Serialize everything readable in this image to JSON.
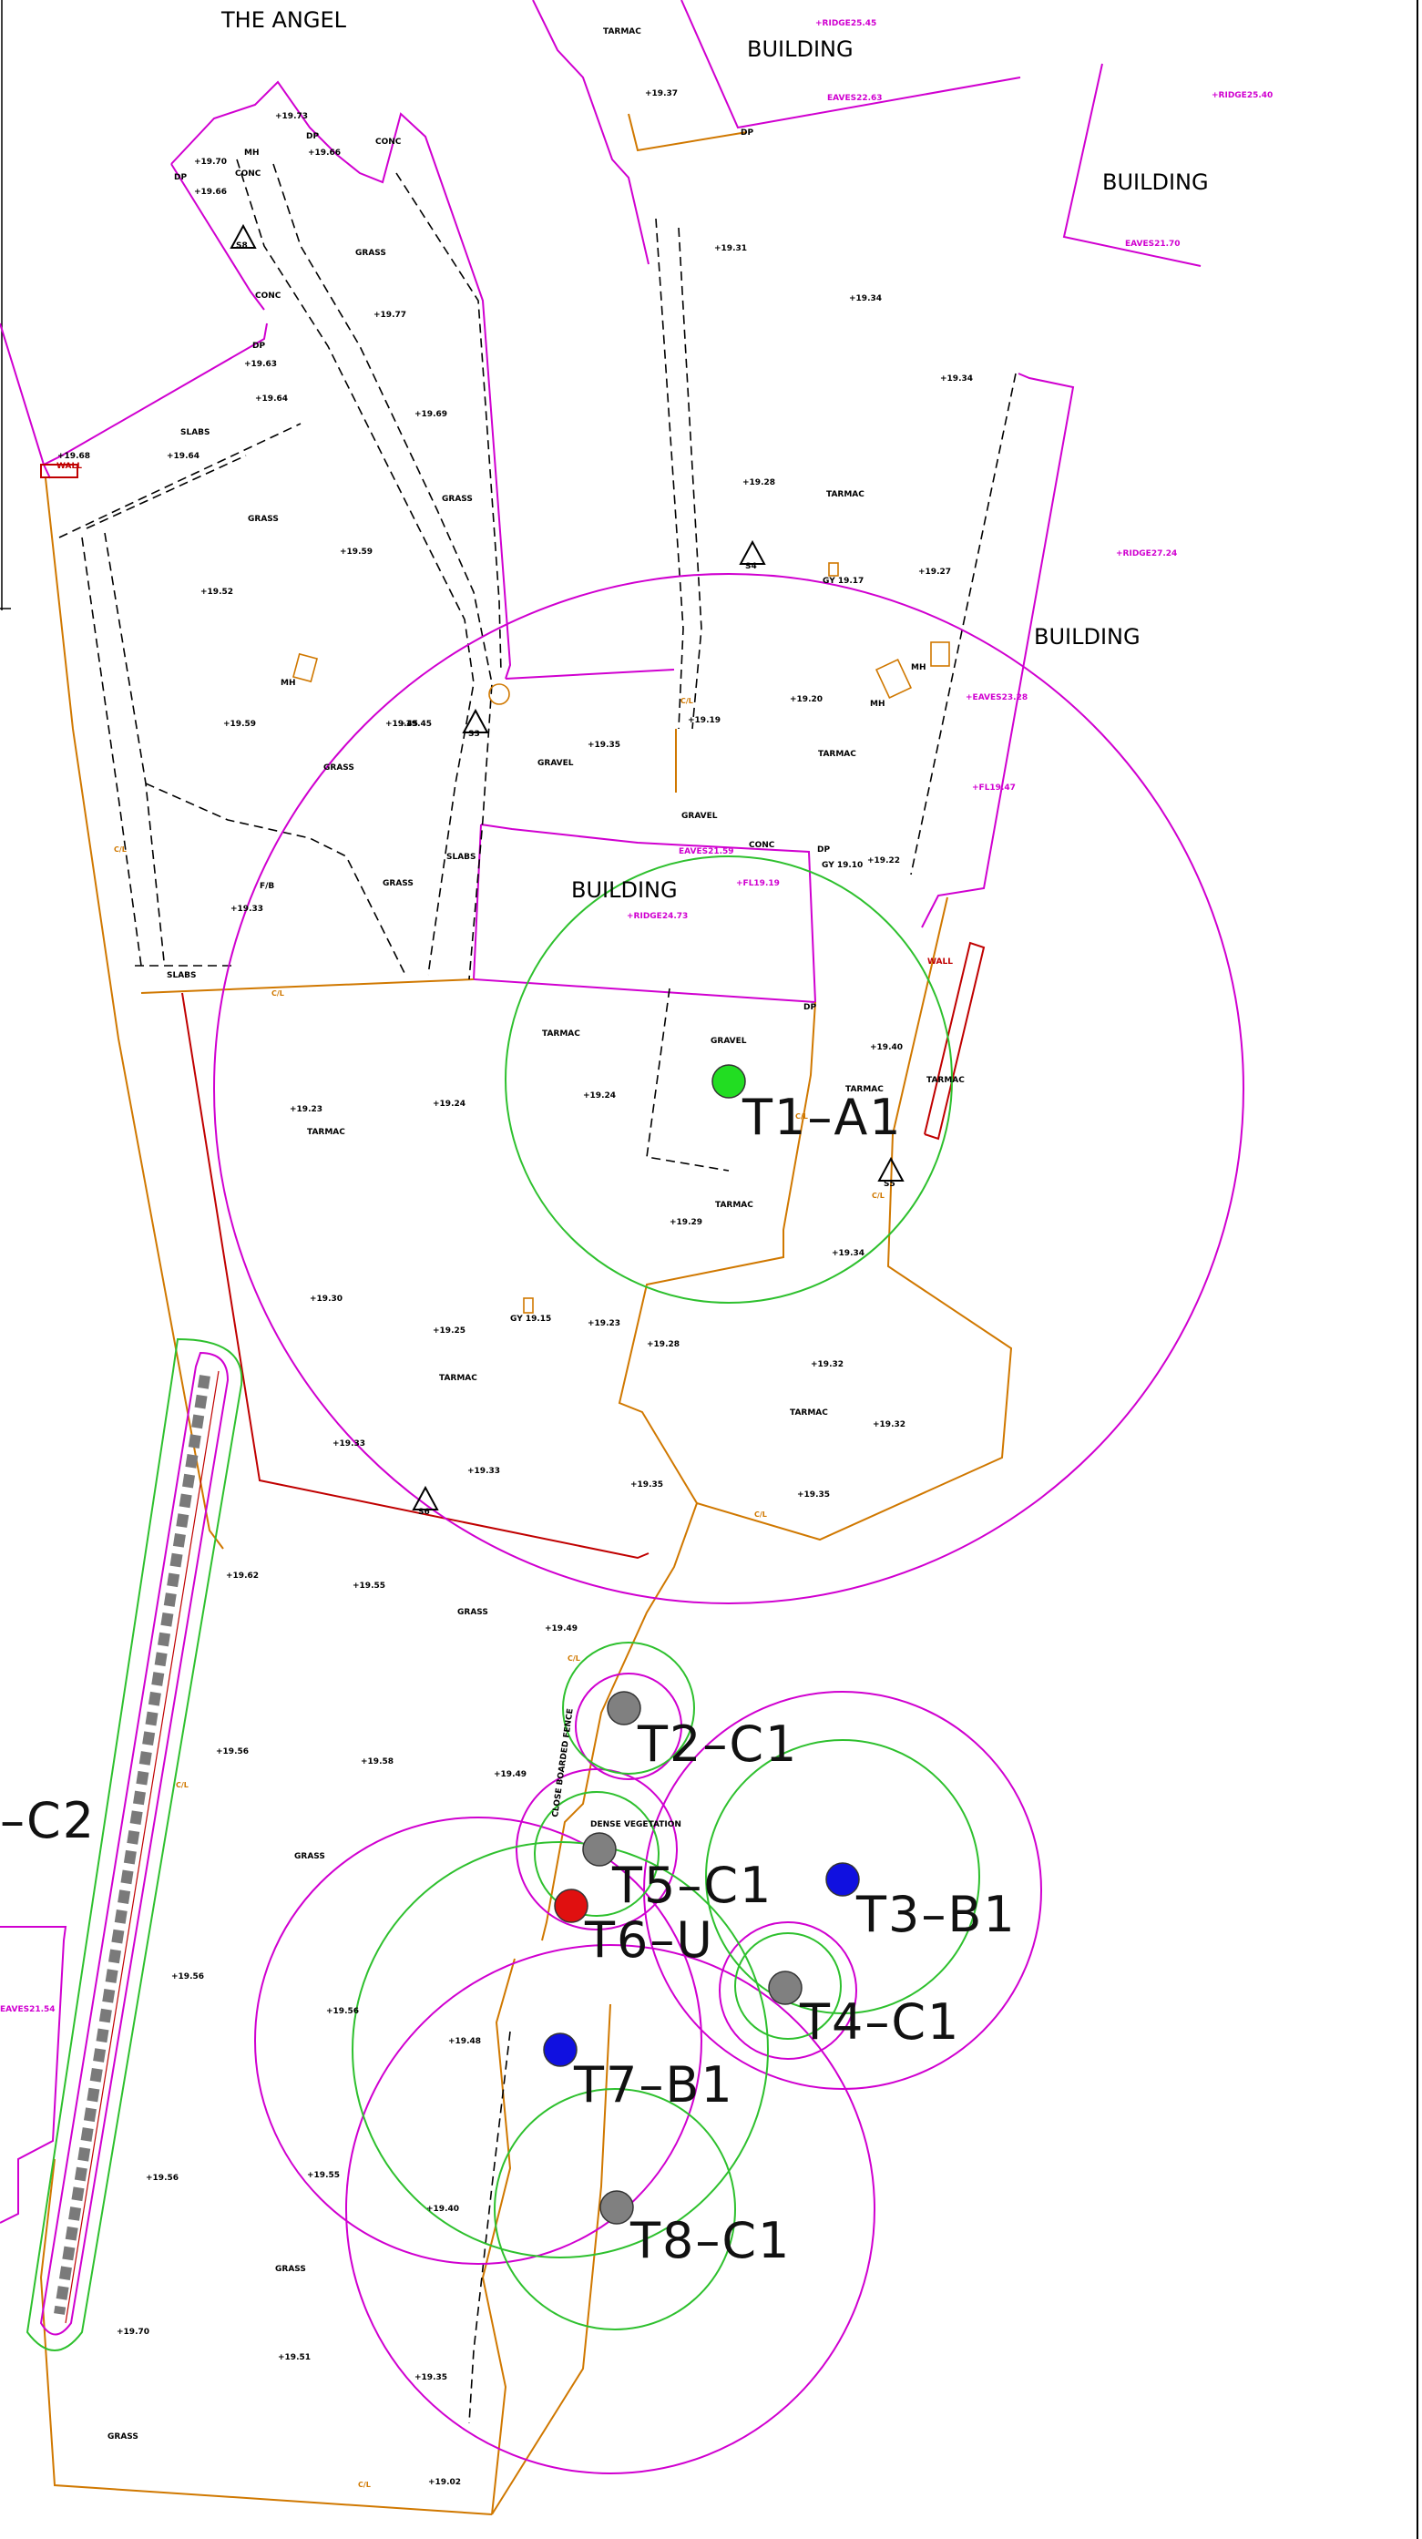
{
  "colors": {
    "boundary": "#d000d0",
    "canopy": "#2ec02e",
    "fence": "#d07800",
    "wall": "#c00000",
    "dashed": "#000000",
    "category_a": "#22dd22",
    "category_b": "#1010e0",
    "category_c": "#808080",
    "category_u": "#e01010"
  },
  "place_labels": {
    "the_angel": "THE ANGEL",
    "building_top": "BUILDING",
    "building_right_top": "BUILDING",
    "building_right": "BUILDING",
    "building_center": "BUILDING"
  },
  "trees": [
    {
      "id": "T1-A1",
      "label": "T1–A1",
      "category": "A",
      "icon": "tree-category-a-marker"
    },
    {
      "id": "T2-C1",
      "label": "T2–C1",
      "category": "C",
      "icon": "tree-category-c-marker"
    },
    {
      "id": "T3-B1",
      "label": "T3–B1",
      "category": "B",
      "icon": "tree-category-b-marker"
    },
    {
      "id": "T4-C1",
      "label": "T4–C1",
      "category": "C",
      "icon": "tree-category-c-marker"
    },
    {
      "id": "T5-C1",
      "label": "T5–C1",
      "category": "C",
      "icon": "tree-category-c-marker"
    },
    {
      "id": "T6-U",
      "label": "T6–U",
      "category": "U",
      "icon": "tree-category-u-marker"
    },
    {
      "id": "T7-B1",
      "label": "T7–B1",
      "category": "B",
      "icon": "tree-category-b-marker"
    },
    {
      "id": "T8-C1",
      "label": "T8–C1",
      "category": "C",
      "icon": "tree-category-c-marker"
    },
    {
      "id": "C2",
      "label": "–C2",
      "category": "C",
      "icon": "hedge-group-marker"
    }
  ],
  "surface_labels": {
    "tarmac_1": "TARMAC",
    "tarmac_2": "TARMAC",
    "tarmac_3": "TARMAC",
    "tarmac_4": "TARMAC",
    "tarmac_5": "TARMAC",
    "tarmac_6": "TARMAC",
    "tarmac_7": "TARMAC",
    "tarmac_8": "TARMAC",
    "tarmac_9": "TARMAC",
    "tarmac_10": "TARMAC",
    "grass_1": "GRASS",
    "grass_2": "GRASS",
    "grass_3": "GRASS",
    "grass_4": "GRASS",
    "grass_5": "GRASS",
    "grass_6": "GRASS",
    "grass_7": "GRASS",
    "grass_8": "GRASS",
    "grass_9": "GRASS",
    "conc_1": "CONC",
    "conc_2": "CONC",
    "conc_3": "CONC",
    "conc_4": "CONC",
    "slabs_1": "SLABS",
    "slabs_2": "SLABS",
    "slabs_3": "SLABS",
    "gravel_1": "GRAVEL",
    "gravel_2": "GRAVEL",
    "gravel_3": "GRAVEL",
    "fb": "F/B",
    "dense_veg": "DENSE VEGETATION"
  },
  "spot_levels": [
    "+19.37",
    "+19.31",
    "+19.34",
    "+19.34",
    "+19.28",
    "+19.27",
    "+19.20",
    "+19.19",
    "+19.35",
    "+19.22",
    "+19.70",
    "+19.66",
    "+19.77",
    "+19.69",
    "+19.59",
    "+19.64",
    "+19.64",
    "+19.52",
    "+19.59",
    "+19.45",
    "+19.45",
    "+19.33",
    "+19.23",
    "+19.24",
    "+19.24",
    "+19.40",
    "+19.29",
    "+19.34",
    "+19.30",
    "+19.25",
    "+19.23",
    "+19.28",
    "+19.32",
    "+19.32",
    "+19.33",
    "+19.33",
    "+19.35",
    "+19.35",
    "+19.62",
    "+19.55",
    "+19.49",
    "+19.56",
    "+19.58",
    "+19.49",
    "+19.56",
    "+19.56",
    "+19.48",
    "+19.56",
    "+19.55",
    "+19.40",
    "+19.70",
    "+19.51",
    "+19.35",
    "+19.02",
    "+19.73",
    "+19.66",
    "+19.63",
    "+19.68"
  ],
  "level_annotations": {
    "ridge_1": "+RIDGE25.45",
    "ridge_2": "+RIDGE25.40",
    "ridge_3": "+RIDGE27.24",
    "ridge_4": "+RIDGE24.73",
    "eaves_1": "EAVES22.63",
    "eaves_2": "EAVES21.70",
    "eaves_3": "+EAVES23.28",
    "eaves_4": "EAVES21.59",
    "eaves_5": "EAVES21.54",
    "fl_1": "+FL19.47",
    "fl_2": "+FL19.19"
  },
  "station_labels": {
    "s8": "S8",
    "s4": "S4",
    "s3": "S3",
    "s5": "S5",
    "s6": "S6"
  },
  "misc_labels": {
    "dp_1": "DP",
    "dp_2": "DP",
    "dp_3": "DP",
    "dp_4": "DP",
    "dp_5": "DP",
    "dp_6": "DP",
    "mh_1": "MH",
    "mh_2": "MH",
    "mh_3": "MH",
    "mh_4": "MH",
    "gy_1": "GY 19.17",
    "gy_2": "GY 19.15",
    "gy_3": "GY 19.10",
    "wall_1": "WALL",
    "wall_2": "WALL",
    "fence_label": "CLOSE BOARDED FENCE",
    "cl_1": "C/L",
    "cl_2": "C/L",
    "cl_3": "C/L",
    "cl_4": "C/L",
    "cl_5": "C/L",
    "cl_6": "C/L",
    "cl_7": "C/L",
    "cl_8": "C/L",
    "cl_9": "C/L"
  }
}
